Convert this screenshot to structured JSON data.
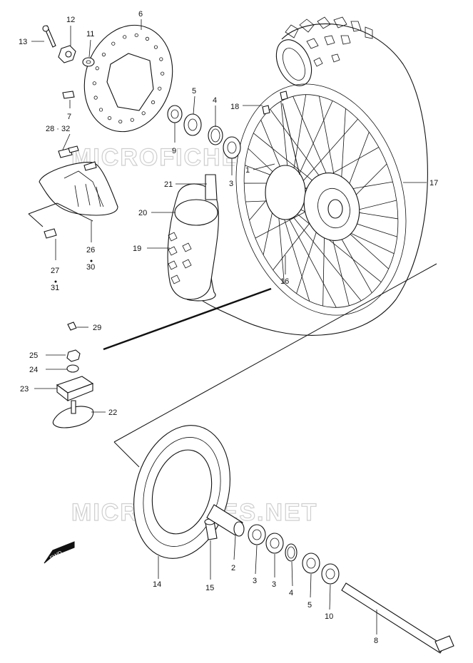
{
  "watermarks": [
    "MICROFICHES.NET",
    "MICROFICHES.NET"
  ],
  "fwd_label": "FWD",
  "callouts": [
    {
      "id": "13",
      "text": "13"
    },
    {
      "id": "12",
      "text": "12"
    },
    {
      "id": "11",
      "text": "11"
    },
    {
      "id": "6",
      "text": "6"
    },
    {
      "id": "7",
      "text": "7"
    },
    {
      "id": "28-32",
      "text": "28 · 32"
    },
    {
      "id": "9",
      "text": "9"
    },
    {
      "id": "5a",
      "text": "5"
    },
    {
      "id": "4a",
      "text": "4"
    },
    {
      "id": "18",
      "text": "18"
    },
    {
      "id": "3a",
      "text": "3"
    },
    {
      "id": "1",
      "text": "1"
    },
    {
      "id": "17",
      "text": "17"
    },
    {
      "id": "21",
      "text": "21"
    },
    {
      "id": "20",
      "text": "20"
    },
    {
      "id": "19",
      "text": "19"
    },
    {
      "id": "26",
      "text": "26"
    },
    {
      "id": "30",
      "text": "30"
    },
    {
      "id": "27",
      "text": "27"
    },
    {
      "id": "31",
      "text": "31"
    },
    {
      "id": "16",
      "text": "16"
    },
    {
      "id": "29",
      "text": "29"
    },
    {
      "id": "25",
      "text": "25"
    },
    {
      "id": "24",
      "text": "24"
    },
    {
      "id": "23",
      "text": "23"
    },
    {
      "id": "22",
      "text": "22"
    },
    {
      "id": "14",
      "text": "14"
    },
    {
      "id": "15",
      "text": "15"
    },
    {
      "id": "2",
      "text": "2"
    },
    {
      "id": "3b",
      "text": "3"
    },
    {
      "id": "3c",
      "text": "3"
    },
    {
      "id": "4b",
      "text": "4"
    },
    {
      "id": "5b",
      "text": "5"
    },
    {
      "id": "10",
      "text": "10"
    },
    {
      "id": "8",
      "text": "8"
    }
  ]
}
